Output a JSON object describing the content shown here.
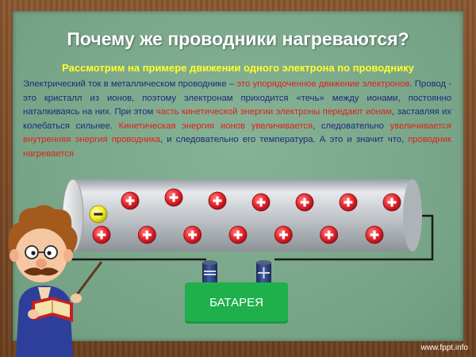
{
  "slide": {
    "title": "Почему же проводники нагреваются?",
    "subtitle": "Рассмотрим на примере движении одного электрона по проводнику",
    "paragraph": [
      {
        "text": "Электрический ток в металлическом проводнике – ",
        "highlight": false
      },
      {
        "text": "это упорядоченное движение электронов",
        "highlight": true
      },
      {
        "text": ". Провод - это кристалл из ионов, поэтому электронам приходится «течь» между ионами, постоянно наталкиваясь на них. При этом ",
        "highlight": false
      },
      {
        "text": "часть кинетической энергии электроны передают ионам",
        "highlight": true
      },
      {
        "text": ", заставляя их колебаться сильнее. ",
        "highlight": false
      },
      {
        "text": "Кинетическая энергия ионов увеличивается",
        "highlight": true
      },
      {
        "text": ", следовательно ",
        "highlight": false
      },
      {
        "text": "увеличивается внутренняя энергия проводника",
        "highlight": true
      },
      {
        "text": ", и следовательно его температура. А это и значит что, ",
        "highlight": false
      },
      {
        "text": "проводник нагревается",
        "highlight": true
      }
    ],
    "battery_label": "БАТАРЕЯ",
    "watermark": "www.fppt.info"
  },
  "colors": {
    "title": "#ffffff",
    "subtitle": "#ffff2a",
    "body_text": "#1c2b78",
    "highlight": "#e0201a",
    "ion": "#e8262e",
    "electron": "#f4ee2a",
    "battery": "#1fb04c"
  },
  "diagram": {
    "conductor": "grey-metal-tube",
    "ions_top_row": 7,
    "ions_bottom_row": 7,
    "electron_count": 1,
    "ion_symbol": "plus-icon",
    "electron_symbol": "minus-icon"
  }
}
